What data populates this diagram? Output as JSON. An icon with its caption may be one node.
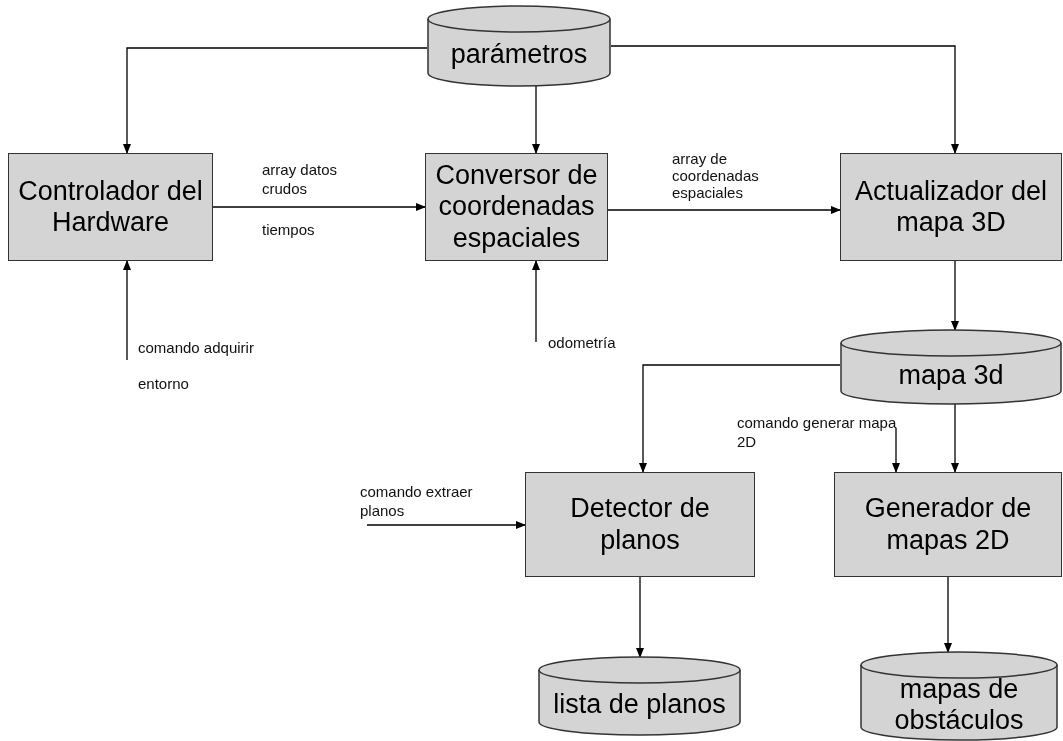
{
  "diagram": {
    "nodes": [
      {
        "text": [
          "parámetros"
        ]
      },
      {
        "text": [
          "Controlador del Hardware"
        ]
      },
      {
        "text": [
          "Conversor de coordenadas espaciales"
        ]
      },
      {
        "text": [
          "Actualizador del mapa 3D"
        ]
      },
      {
        "text": [
          "mapa 3d"
        ]
      },
      {
        "text": [
          "Detector de planos"
        ]
      },
      {
        "text": [
          "Generador de mapas 2D"
        ]
      },
      {
        "text": [
          "lista de planos"
        ]
      },
      {
        "text": [
          "mapas de obstáculos"
        ]
      }
    ],
    "edges": [
      {
        "from": 0,
        "to": 1,
        "arrow": "to"
      },
      {
        "from": 0,
        "to": 2,
        "arrow": "to"
      },
      {
        "from": 0,
        "to": 3,
        "arrow": "to"
      },
      {
        "from": 1,
        "to": 2,
        "arrow": "to",
        "label": "array datos crudos"
      },
      {
        "from": 2,
        "to": 3,
        "arrow": "to",
        "label": "array de coordenadas espaciales"
      },
      {
        "from": null,
        "to": 1,
        "arrow": "to",
        "label": "comando adquirir entorno"
      },
      {
        "from": null,
        "to": 2,
        "arrow": "to",
        "label": "odometría"
      },
      {
        "from": 3,
        "to": 4,
        "arrow": "to"
      },
      {
        "from": 4,
        "to": 5,
        "arrow": "to"
      },
      {
        "from": 4,
        "to": 6,
        "arrow": "to"
      },
      {
        "from": null,
        "to": 6,
        "arrow": "to",
        "label": "comando generar mapa 2D"
      },
      {
        "from": null,
        "to": 5,
        "arrow": "to",
        "label": "comando extraer planos"
      },
      {
        "from": 5,
        "to": 7,
        "arrow": "to"
      },
      {
        "from": 6,
        "to": 8,
        "arrow": "to"
      }
    ],
    "labels": [
      "tiempos"
    ]
  }
}
